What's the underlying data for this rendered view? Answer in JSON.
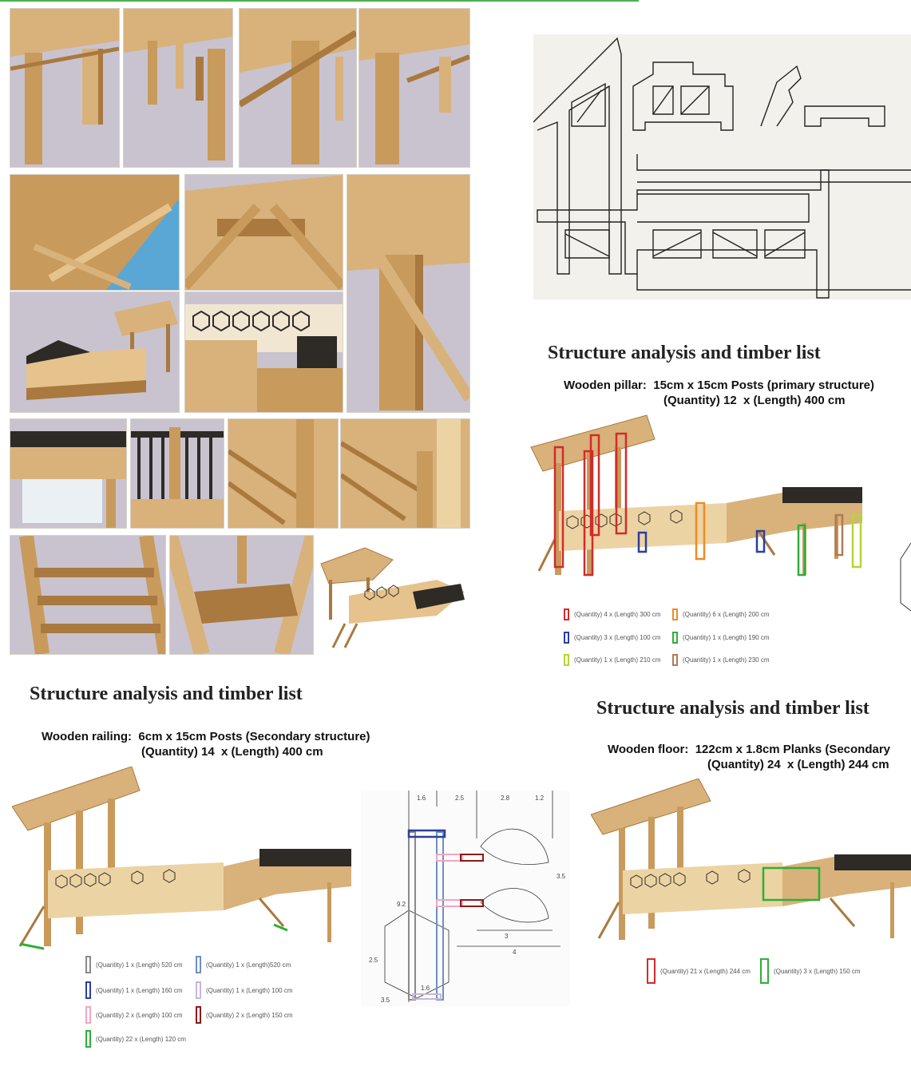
{
  "colors": {
    "wood": "#d8b27a",
    "wood_dark": "#a9793f",
    "wood_light": "#ecd3a3",
    "sky_grey": "#c9c3cf",
    "sky_blue": "#5aa7d6",
    "metal": "#2e2a26",
    "accent_bar": "#4caf50"
  },
  "pillar": {
    "heading": "Structure analysis and timber list",
    "spec_line1": "Wooden pillar:  15cm x 15cm Posts (primary structure)",
    "spec_line2": "(Quantity) 12  x (Length) 400 cm",
    "legend": [
      {
        "label": "(Quantity) 4  x (Length) 300 cm",
        "color": "#d22b2b"
      },
      {
        "label": "(Quantity)   6 x (Length) 200 cm",
        "color": "#f08a24"
      },
      {
        "label": "(Quantity) 3 x (Length) 100 cm",
        "color": "#2b3f9e"
      },
      {
        "label": "(Quantity) 1  x (Length) 190 cm",
        "color": "#2fae3a"
      },
      {
        "label": "(Quantity) 1  x (Length) 210 cm",
        "color": "#b5d631"
      },
      {
        "label": "(Quantity) 1 x (Length) 230 cm",
        "color": "#b07a55"
      }
    ]
  },
  "railing": {
    "heading": "Structure analysis and timber list",
    "spec_line1": "Wooden railing:  6cm x 15cm Posts (Secondary structure)",
    "spec_line2": "(Quantity) 14  x (Length) 400 cm",
    "legend": [
      {
        "label": "(Quantity) 1  x (Length) 520 cm",
        "color": "#8a8a8a"
      },
      {
        "label": "(Quantity) 1  x (Length)520 cm",
        "color": "#6f8fc4"
      },
      {
        "label": "(Quantity) 1 x (Length) 160 cm",
        "color": "#2b3f9e"
      },
      {
        "label": "(Quantity) 1  x (Length) 100 cm",
        "color": "#c7b8d8"
      },
      {
        "label": "(Quantity) 2 x (Length) 100 cm",
        "color": "#f2a6c0"
      },
      {
        "label": "(Quantity) 2  x (Length) 150 cm",
        "color": "#8b1a1a"
      },
      {
        "label": "(Quantity) 22 x (Length) 120 cm",
        "color": "#2fae3a"
      }
    ],
    "dims": [
      "1.6",
      "2.5",
      "2.8",
      "1.2",
      "3.5",
      "9.2",
      "2.5",
      "3.5",
      "1.6",
      "3",
      "4"
    ]
  },
  "floor": {
    "heading": "Structure analysis and timber list",
    "spec_line1": "Wooden floor:  122cm x 1.8cm Planks (Secondary",
    "spec_line2": "(Quantity) 24  x (Length) 244 cm",
    "legend": [
      {
        "label": "(Quantity) 21 x (Length) 244 cm",
        "color": "#d22b2b"
      },
      {
        "label": "(Quantity) 3 x (Length) 150 cm",
        "color": "#2fae3a"
      }
    ]
  }
}
